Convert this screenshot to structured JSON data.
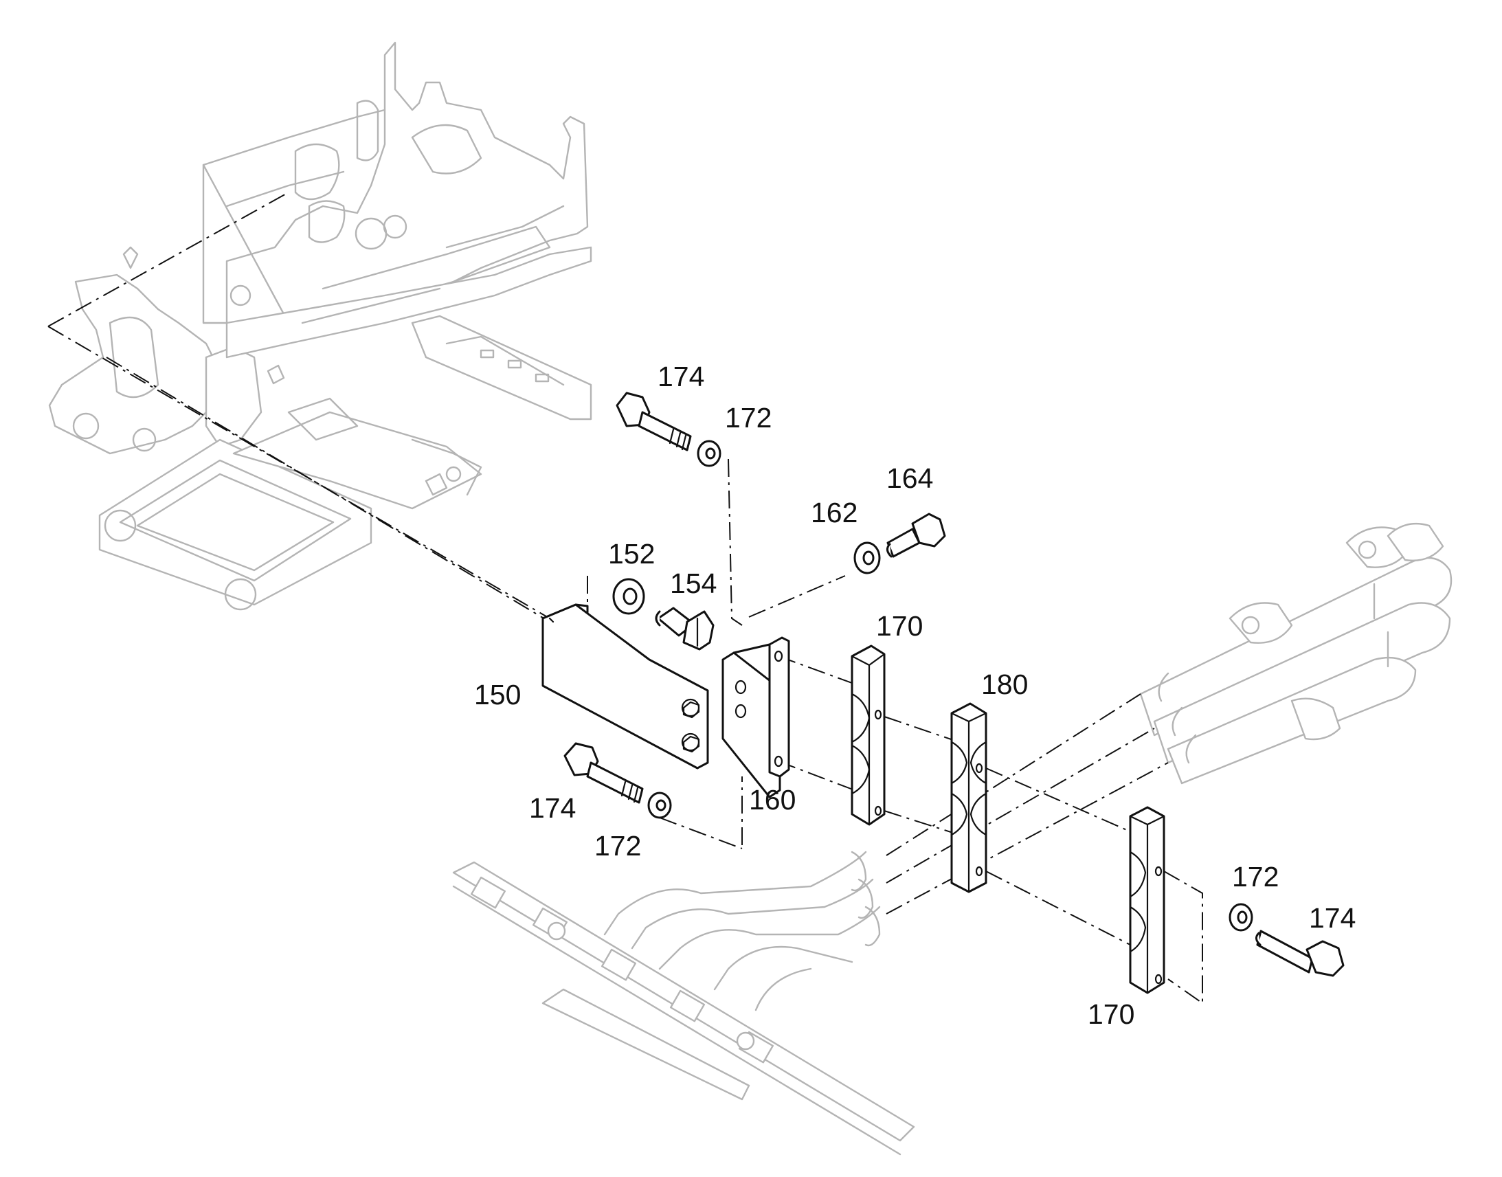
{
  "diagram": {
    "callouts": [
      {
        "id": "174-top",
        "text": "174"
      },
      {
        "id": "172-top",
        "text": "172"
      },
      {
        "id": "164",
        "text": "164"
      },
      {
        "id": "162",
        "text": "162"
      },
      {
        "id": "152",
        "text": "152"
      },
      {
        "id": "154",
        "text": "154"
      },
      {
        "id": "150",
        "text": "150"
      },
      {
        "id": "170-top",
        "text": "170"
      },
      {
        "id": "180",
        "text": "180"
      },
      {
        "id": "160",
        "text": "160"
      },
      {
        "id": "174-left",
        "text": "174"
      },
      {
        "id": "172-left",
        "text": "172"
      },
      {
        "id": "172-right",
        "text": "172"
      },
      {
        "id": "174-right",
        "text": "174"
      },
      {
        "id": "170-bottom",
        "text": "170"
      }
    ],
    "colors": {
      "line": "#111111",
      "ghost": "#b4b4b4",
      "background": "#ffffff"
    }
  }
}
